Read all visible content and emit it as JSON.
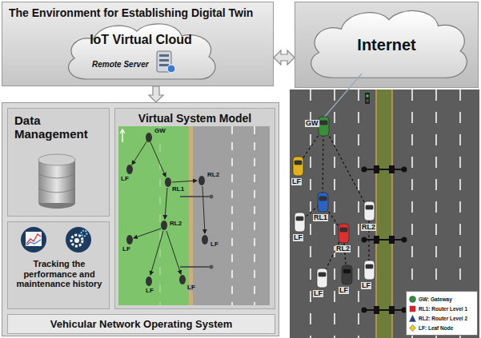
{
  "diagram": {
    "nodes": [
      {
        "text": [
          "The Environment for Establishing Digital Twin"
        ]
      },
      {
        "text": [
          "IoT Virtual Cloud",
          "Remote Server"
        ],
        "in": 0
      },
      {
        "text": [
          "Internet"
        ]
      },
      {
        "text": [
          "Vehicular Network Operating System"
        ]
      },
      {
        "text": [
          "Data Management"
        ],
        "in": 3
      },
      {
        "text": [
          "Virtual System Model"
        ],
        "in": 3
      },
      {
        "text": [
          "Tracking the performance and maintenance history"
        ],
        "in": 3
      }
    ],
    "edges": [
      {
        "from": 0,
        "to": 2,
        "arrow": "both"
      },
      {
        "from": 0,
        "to": 3,
        "arrow": "to"
      }
    ],
    "labels": [
      "GW",
      "LF",
      "RL1",
      "RL2",
      "RL2",
      "LF",
      "LF",
      "LF",
      "LF",
      "GW",
      "LF",
      "LF",
      "RL1",
      "RL2",
      "RL2",
      "LF",
      "LF",
      "LF"
    ],
    "legend": [
      {
        "text": "GW: Gateway",
        "color": "#2e8b3e"
      },
      {
        "text": "RL1: Router Level 1",
        "color": "#e31e24"
      },
      {
        "text": "RL2: Router Level 2",
        "color": "#1f3f8f"
      },
      {
        "text": "LF: Leaf Node",
        "color": "#f2c81e"
      }
    ]
  }
}
